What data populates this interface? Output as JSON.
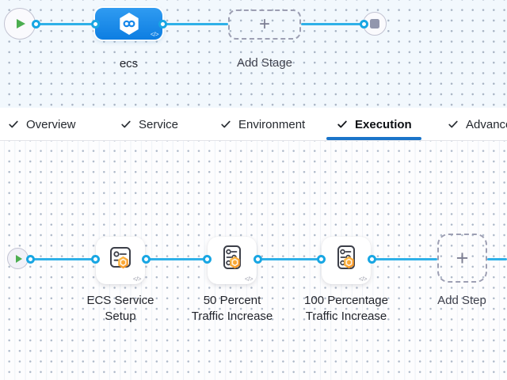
{
  "colors": {
    "connector": "#2fb0e8",
    "stage_blue": "#0d7ee2",
    "tab_underline": "#1a74c9",
    "badge_orange": "#f78e1e",
    "play_green": "#4cae50",
    "stop_gray": "#9297ad"
  },
  "stage_pipeline": {
    "start_icon": "play",
    "end_icon": "stop",
    "stage": {
      "label": "ecs",
      "icon": "harness-hexagon",
      "code_glyph": "</>"
    },
    "add_stage": {
      "label": "Add Stage",
      "plus": "+"
    }
  },
  "tab_bar": {
    "items": [
      {
        "label": "Overview",
        "icon": "check",
        "active": false
      },
      {
        "label": "Service",
        "icon": "check",
        "active": false
      },
      {
        "label": "Environment",
        "icon": "check",
        "active": false
      },
      {
        "label": "Execution",
        "icon": "check",
        "active": true
      },
      {
        "label": "Advanced",
        "icon": "check",
        "active": false
      }
    ]
  },
  "execution_pipeline": {
    "start_icon": "play",
    "steps": [
      {
        "label": "ECS Service Setup",
        "label_lines": [
          "ECS Service",
          "Setup"
        ],
        "icon": "step-sliders",
        "badge": "hexagon-badge",
        "code_glyph": "</>"
      },
      {
        "label": "50 Percent Traffic Increase",
        "label_lines": [
          "50 Percent",
          "Traffic Increase"
        ],
        "icon": "step-list",
        "badge": "hexagon-badge",
        "code_glyph": "</>"
      },
      {
        "label": "100 Percentage Traffic Increase",
        "label_lines": [
          "100 Percentage",
          "Traffic Increase"
        ],
        "icon": "step-list",
        "badge": "hexagon-badge",
        "code_glyph": "</>"
      }
    ],
    "add_step": {
      "label": "Add Step",
      "plus": "+"
    }
  }
}
